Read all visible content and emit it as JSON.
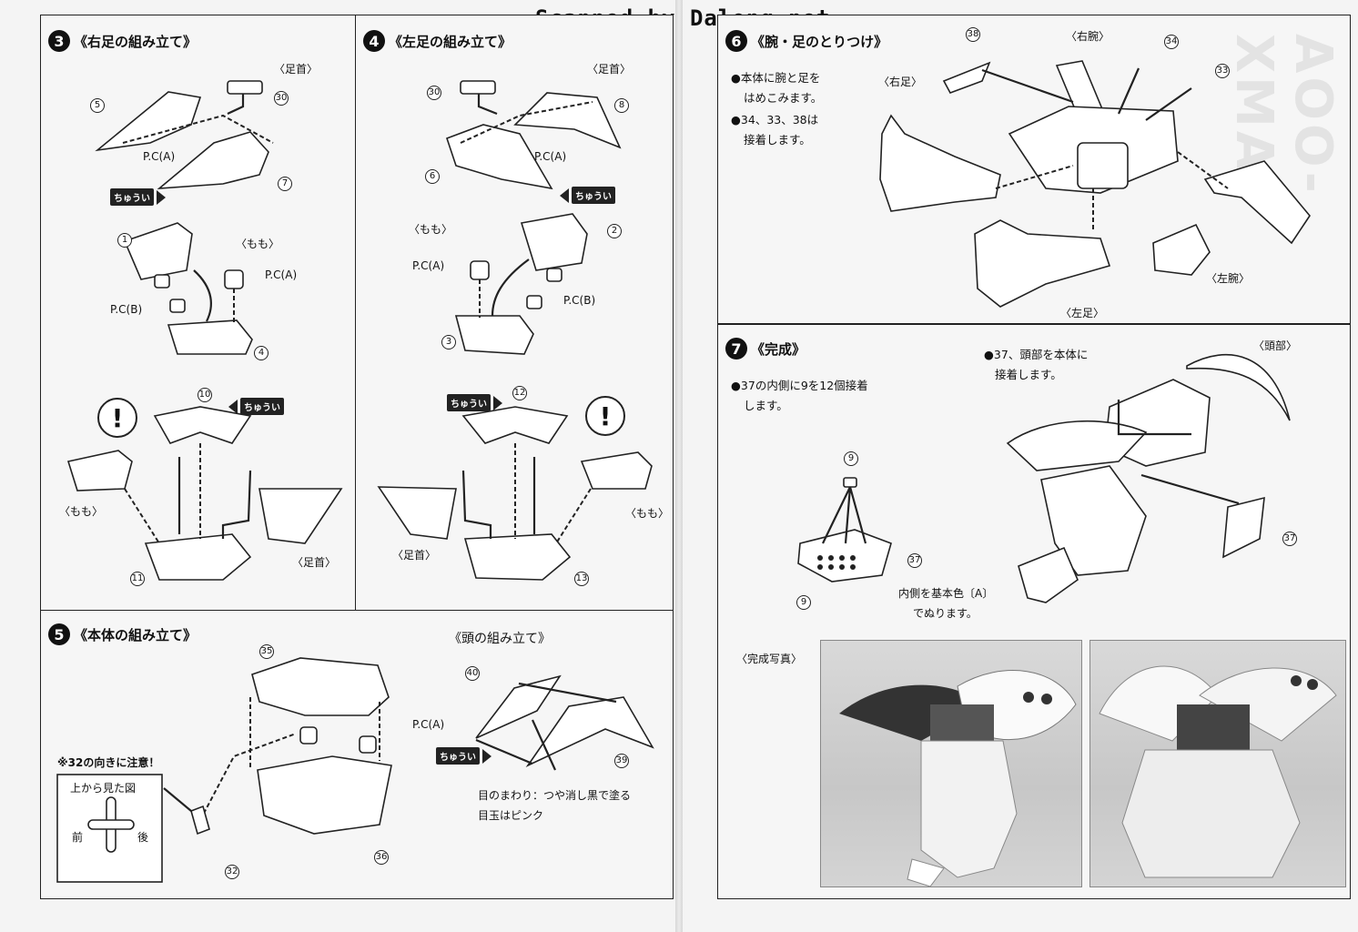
{
  "watermark": "Scanned by Dalong.net",
  "side_mark": "AOO-XMA",
  "step3": {
    "num": "3",
    "title": "《右足の組み立て》",
    "ashikubi": "〈足首〉",
    "momo": "〈もも〉",
    "momo2": "〈もも〉",
    "ashikubi2": "〈足首〉",
    "pca": "P.C(A)",
    "pca2": "P.C(A)",
    "pcb": "P.C(B)",
    "caution": "ちゅうい",
    "caution2": "ちゅうい",
    "n5": "5",
    "n30": "30",
    "n7": "7",
    "n1": "1",
    "n4": "4",
    "n10": "10",
    "n11": "11"
  },
  "step4": {
    "num": "4",
    "title": "《左足の組み立て》",
    "ashikubi": "〈足首〉",
    "momo": "〈もも〉",
    "momo2": "〈もも〉",
    "ashikubi2": "〈足首〉",
    "pca": "P.C(A)",
    "pca2": "P.C(A)",
    "pcb": "P.C(B)",
    "caution": "ちゅうい",
    "caution2": "ちゅうい",
    "n30": "30",
    "n8": "8",
    "n6": "6",
    "n2": "2",
    "n3": "3",
    "n12": "12",
    "n13": "13"
  },
  "step5": {
    "num": "5",
    "title": "《本体の組み立て》",
    "head_title": "《頭の組み立て》",
    "pca": "P.C(A)",
    "note32": "※32の向きに注意！",
    "topview": "上から見た図",
    "front": "前",
    "back": "後",
    "eye_note1": "目のまわり：つや消し黒で塗る",
    "eye_note2": "目玉はピンク",
    "caution": "ちゅうい",
    "n35": "35",
    "n36": "36",
    "n32": "32",
    "n40": "40",
    "n39": "39"
  },
  "step6": {
    "num": "6",
    "title": "《腕・足のとりつけ》",
    "note1a": "●本体に腕と足を",
    "note1b": "はめこみます。",
    "note2a": "●34、33、38は",
    "note2b": "接着します。",
    "right_leg": "〈右足〉",
    "right_arm": "〈右腕〉",
    "left_arm": "〈左腕〉",
    "left_leg": "〈左足〉",
    "n38": "38",
    "n34": "34",
    "n33": "33"
  },
  "step7": {
    "num": "7",
    "title": "《完成》",
    "note1a": "●37の内側に9を12個接着",
    "note1b": "します。",
    "note2a": "●37、頭部を本体に",
    "note2b": "接着します。",
    "head": "〈頭部〉",
    "inner_a": "内側を基本色〔A〕",
    "inner_b": "でぬります。",
    "photo_label": "〈完成写真〉",
    "n9a": "9",
    "n9b": "9",
    "n37a": "37",
    "n37b": "37"
  }
}
